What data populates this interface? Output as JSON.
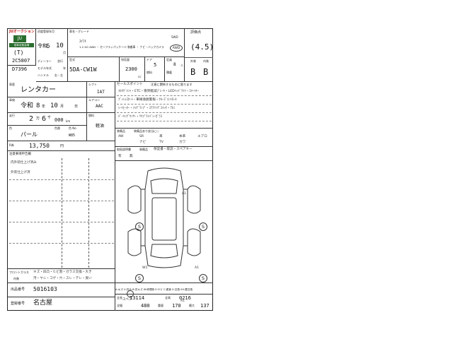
{
  "header": {
    "logo_line1": "JUオークション",
    "logo_line2": "JU",
    "logo_line3": "岐阜羽島会場",
    "lot_no": "(T)",
    "frame_no_1": "2C5807",
    "frame_no_2": "D7396",
    "reg_label": "初度登録年月",
    "era": "令和",
    "era_year": "6",
    "month": "10",
    "month_unit": "月",
    "dealer_label": "ディーラー",
    "import_label": "並行",
    "model_label": "モデル年式",
    "model_suffix": "年",
    "handle_label": "ハンドル",
    "handle_value": "右・左",
    "car_name_label": "車名・グレード",
    "car_name": "ｽｲﾌﾄ",
    "grade": "1.2 XG 4WD ・ セーフティパッケージ 装着車 ・ ナビ・バックカメラ",
    "swd_label": "SWD",
    "type_label": "型式",
    "type_value": "5DA-CW1W",
    "displacement_label": "排気量",
    "displacement": "2300",
    "cc": "cc",
    "doors_label": "ドア",
    "doors": "5",
    "seats_label": "定員",
    "seats": "8",
    "seats_unit": "人",
    "fuel_label": "燃料",
    "load_label": "積載",
    "score_label": "評価点",
    "score": "(4.5)",
    "exterior_label": "外装",
    "interior_label": "内装",
    "exterior": "B",
    "interior": "B"
  },
  "usage": {
    "label": "車歴",
    "value": "レンタカー",
    "shift_label": "シフト",
    "shift": "IAT",
    "ac_label": "エアコン",
    "ac": "AAC",
    "fuel_type_label": "燃料",
    "fuel_type": "軽油"
  },
  "inspection": {
    "label": "車検",
    "era": "令和",
    "year": "8",
    "year_unit": "年",
    "month": "10",
    "month_unit": "月",
    "day": "日"
  },
  "mileage": {
    "label": "走行",
    "value_man": "2",
    "value_sen": "6",
    "value_rest": "000",
    "unit": "km"
  },
  "color": {
    "label": "色",
    "value": "パール",
    "code_label": "色替",
    "color_no_label": "色 No",
    "color_no": "W85"
  },
  "recycle": {
    "label": "R券",
    "value": "13,750",
    "unit": "円"
  },
  "sales_points": {
    "label": "セールスポイント",
    "note": "注意に関係するものに限ります",
    "lines": [
      "ﾌﾙｾｸﾞﾒﾝﾄ・ETC・衝突軽減ﾌﾞﾚｰｷ・LEDﾍｯﾄﾞﾗｲﾄ・ｽﾏｰﾄｷｰ",
      "ﾌﾟｯｼｭｽﾀｰﾄ・車線逸脱警報・ｸﾙｰｽﾞｺﾝﾄﾛｰﾙ",
      "ｼｰﾄﾋｰﾀｰ・ﾌｫｸﾞﾗﾝﾌﾟ・ｽﾃｱﾘﾝｸﾞｽｲｯﾁ・ｱﾙﾐ",
      "ﾊﾟｰｷﾝｸﾞｾﾝｻｰ・ﾘﾔﾌﾟﾗｲﾊﾞｼｰｶﾞﾗｽ"
    ]
  },
  "equipment": {
    "label": "装備品",
    "note": "装備品あり該当に○",
    "items": [
      "AW",
      "SR",
      "革",
      "本革",
      "エアロ",
      "ナビ",
      "TV",
      "カワ"
    ]
  },
  "documents": {
    "label": "取扱説明書",
    "value": "有",
    "none": "無",
    "spare_label": "装備品",
    "spare_value": "保証書・取説・スペアキー"
  },
  "notes": {
    "label": "注意事項申告欄",
    "line1": "内外装仕上げ済み",
    "line2": "外装仕上げ済",
    "bottom_label": "フロントガラス",
    "bottom_sub": "内装",
    "bottom_val1": "キズ・凹凸・ヒビ割・ガラス交換・大き",
    "bottom_val2": "汚・ヤニ・コゲ・穴・スレ・テレ・臭い"
  },
  "diagram": {
    "marks": [
      "A1",
      "S",
      "S",
      "W1",
      "S",
      "A1",
      "S",
      "A1"
    ],
    "spare_label": "スペア",
    "legend": "A:キズ  U:凹み  B:凹キズ  W:修理跡  S:サビ  C:腐食  X:交換  XX:要交換"
  },
  "footer": {
    "auction_no_label": "出品番号",
    "auction_no": "5016103",
    "area_label": "登録番号",
    "area": "名古屋",
    "dim_label": "全長",
    "dim_length": "13114",
    "dim_height_label": "全高",
    "dim_height": "0216",
    "width_label": "全幅",
    "width": "480",
    "height2_label": "重量",
    "height2": "170",
    "extra_label": "最大",
    "extra": "137"
  }
}
